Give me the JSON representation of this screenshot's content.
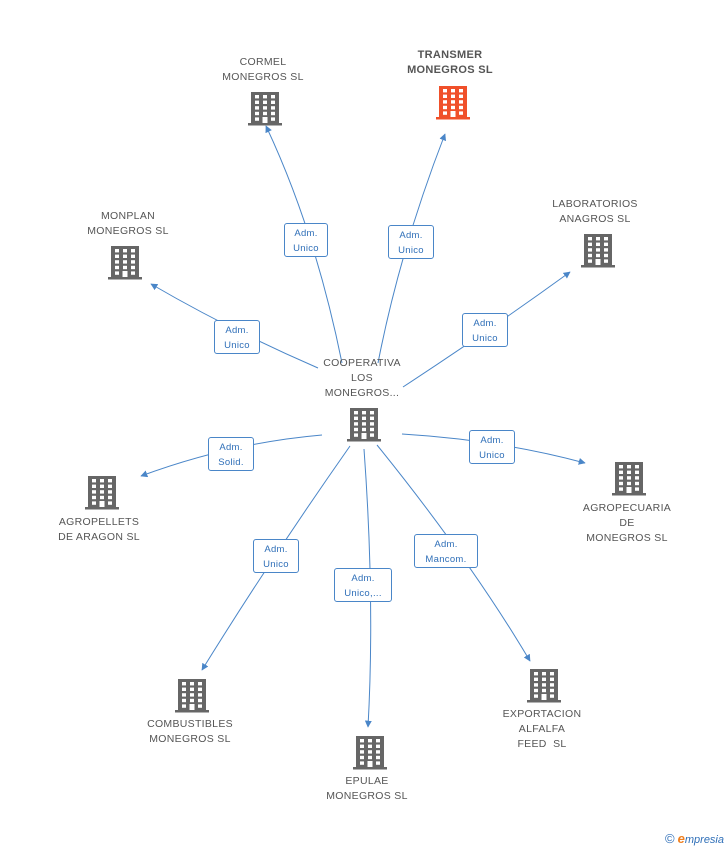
{
  "colors": {
    "edge": "#4a86c8",
    "building": "#666666",
    "building_highlight": "#f0502a",
    "label": "#555555"
  },
  "center": {
    "label": "COOPERATIVA\nLOS\nMONEGROS...",
    "icon": "building-icon"
  },
  "companies": [
    {
      "id": "cormel",
      "label": "CORMEL\nMONEGROS SL",
      "highlight": false,
      "icon": "building-icon"
    },
    {
      "id": "transmer",
      "label": "TRANSMER\nMONEGROS SL",
      "highlight": true,
      "icon": "building-icon"
    },
    {
      "id": "monplan",
      "label": "MONPLAN\nMONEGROS SL",
      "highlight": false,
      "icon": "building-icon"
    },
    {
      "id": "laboratorios",
      "label": "LABORATORIOS\nANAGROS SL",
      "highlight": false,
      "icon": "building-icon"
    },
    {
      "id": "agropellets",
      "label": "AGROPELLETS\nDE ARAGON SL",
      "highlight": false,
      "icon": "building-icon"
    },
    {
      "id": "agropecuaria",
      "label": "AGROPECUARIA\nDE\nMONEGROS SL",
      "highlight": false,
      "icon": "building-icon"
    },
    {
      "id": "combustibles",
      "label": "COMBUSTIBLES\nMONEGROS SL",
      "highlight": false,
      "icon": "building-icon"
    },
    {
      "id": "epulae",
      "label": "EPULAE\nMONEGROS SL",
      "highlight": false,
      "icon": "building-icon"
    },
    {
      "id": "exportacion",
      "label": "EXPORTACION\nALFALFA\nFEED  SL",
      "highlight": false,
      "icon": "building-icon"
    }
  ],
  "relations": [
    {
      "to": "cormel",
      "label": "Adm.\nUnico"
    },
    {
      "to": "transmer",
      "label": "Adm.\nUnico"
    },
    {
      "to": "monplan",
      "label": "Adm.\nUnico"
    },
    {
      "to": "laboratorios",
      "label": "Adm.\nUnico"
    },
    {
      "to": "agropellets",
      "label": "Adm.\nSolid."
    },
    {
      "to": "agropecuaria",
      "label": "Adm.\nUnico"
    },
    {
      "to": "combustibles",
      "label": "Adm.\nUnico"
    },
    {
      "to": "epulae",
      "label": "Adm.\nUnico,..."
    },
    {
      "to": "exportacion",
      "label": "Adm.\nMancom."
    }
  ],
  "footer": {
    "copyright": "©",
    "brand_initial": "e",
    "brand_rest": "mpresia"
  }
}
